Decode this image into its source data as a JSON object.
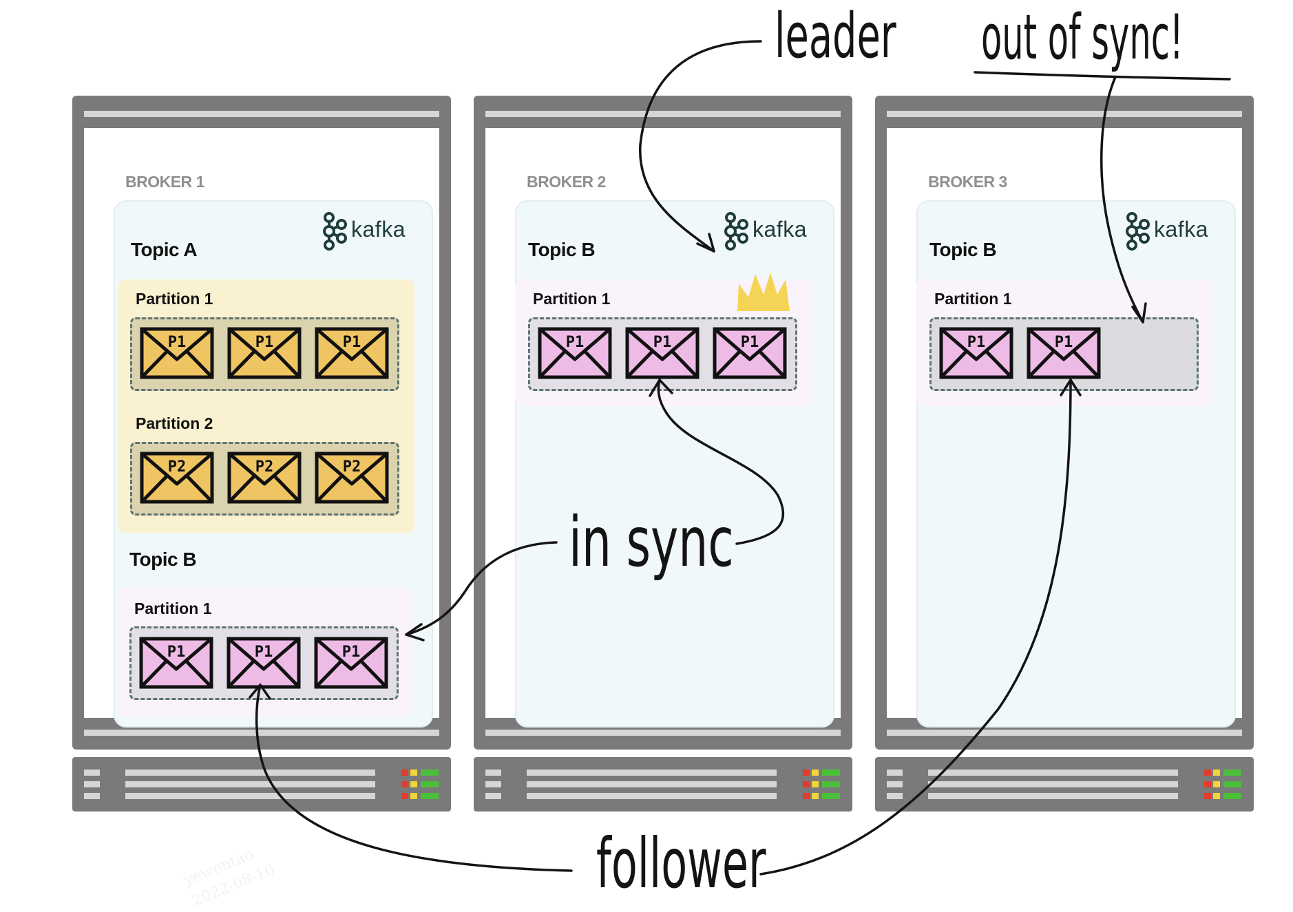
{
  "brokers": [
    {
      "label": "BROKER 1",
      "logo_text": "kafka",
      "topics": [
        {
          "name": "Topic A",
          "partitions": [
            {
              "name": "Partition 1",
              "messages": [
                "P1",
                "P1",
                "P1"
              ]
            },
            {
              "name": "Partition 2",
              "messages": [
                "P2",
                "P2",
                "P2"
              ]
            }
          ]
        },
        {
          "name": "Topic B",
          "partitions": [
            {
              "name": "Partition 1",
              "messages": [
                "P1",
                "P1",
                "P1"
              ]
            }
          ]
        }
      ]
    },
    {
      "label": "BROKER 2",
      "logo_text": "kafka",
      "topics": [
        {
          "name": "Topic B",
          "partitions": [
            {
              "name": "Partition 1",
              "messages": [
                "P1",
                "P1",
                "P1"
              ]
            }
          ]
        }
      ]
    },
    {
      "label": "BROKER 3",
      "logo_text": "kafka",
      "topics": [
        {
          "name": "Topic B",
          "partitions": [
            {
              "name": "Partition 1",
              "messages": [
                "P1",
                "P1"
              ]
            }
          ]
        }
      ]
    }
  ],
  "annotations": {
    "leader": "leader",
    "out_of_sync": "out of sync!",
    "in_sync": "in sync",
    "follower": "follower"
  },
  "watermark": {
    "line1": "yewentao",
    "line2": "2022-08-10"
  },
  "colors": {
    "topic_a_message": "#efc462",
    "topic_b_message": "#eebbe6",
    "topic_a_background": "#faf1d1",
    "topic_b_background": "#faf3fb",
    "panel": "#f1f8fa",
    "server_frame": "#7a7a7a",
    "crown": "#f3d455",
    "led_red": "#e53b2c",
    "led_yellow": "#f1d53b",
    "led_green": "#4cbf3a"
  },
  "icons": [
    "kafka-logo-icon",
    "envelope-icon",
    "crown-icon"
  ]
}
